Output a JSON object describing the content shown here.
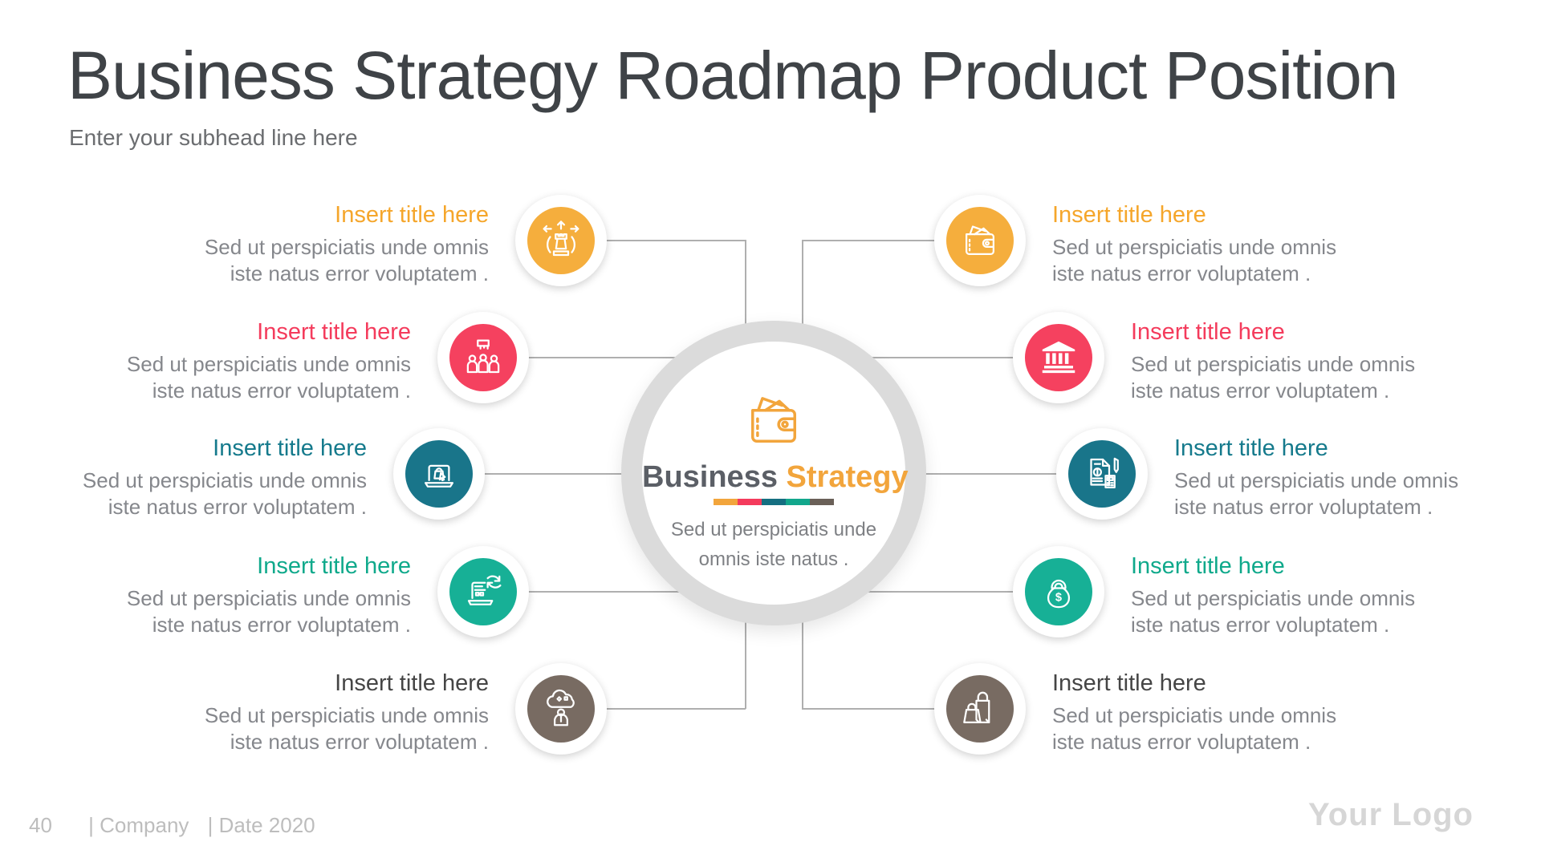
{
  "slide": {
    "title": "Business Strategy Roadmap Product Position",
    "subtitle": "Enter your subhead line here"
  },
  "center": {
    "title_primary": "Business",
    "title_accent": "Strategy",
    "accent_color": "#F2A53C",
    "primary_color": "#5B5F66",
    "description_line1": "Sed ut perspiciatis unde",
    "description_line2": "omnis iste natus .",
    "icon": "wallet-icon",
    "bar_colors": [
      "#F2A53C",
      "#F43B5C",
      "#156F81",
      "#12A78C",
      "#6A6058"
    ]
  },
  "items": {
    "left": [
      {
        "title": "Insert title here",
        "body": "Sed ut perspiciatis unde omnis iste natus error voluptatem .",
        "title_color": "#F5A62B",
        "circle_color": "#F5AE3D",
        "icon": "chess-strategy-icon"
      },
      {
        "title": "Insert title here",
        "body": "Sed ut perspiciatis unde omnis iste natus error voluptatem .",
        "title_color": "#F43B5C",
        "circle_color": "#F5415F",
        "icon": "team-icon"
      },
      {
        "title": "Insert title here",
        "body": "Sed ut perspiciatis unde omnis iste natus error voluptatem .",
        "title_color": "#157A8C",
        "circle_color": "#19758A",
        "icon": "ecommerce-laptop-icon"
      },
      {
        "title": "Insert title here",
        "body": "Sed ut perspiciatis unde omnis iste natus error voluptatem .",
        "title_color": "#0FA98B",
        "circle_color": "#17B096",
        "icon": "sync-laptop-icon"
      },
      {
        "title": "Insert title here",
        "body": "Sed ut perspiciatis unde omnis iste natus error voluptatem .",
        "title_color": "#454545",
        "circle_color": "#786B62",
        "icon": "idea-person-icon"
      }
    ],
    "right": [
      {
        "title": "Insert title here",
        "body": "Sed ut perspiciatis unde omnis iste natus error voluptatem .",
        "title_color": "#F5A62B",
        "circle_color": "#F5AE3D",
        "icon": "wallet-cash-icon"
      },
      {
        "title": "Insert title here",
        "body": "Sed ut perspiciatis unde omnis iste natus error voluptatem .",
        "title_color": "#F43B5C",
        "circle_color": "#F5415F",
        "icon": "bank-icon"
      },
      {
        "title": "Insert title here",
        "body": "Sed ut perspiciatis unde omnis iste natus error voluptatem .",
        "title_color": "#157A8C",
        "circle_color": "#19758A",
        "icon": "accounting-icon"
      },
      {
        "title": "Insert title here",
        "body": "Sed ut perspiciatis unde omnis iste natus error voluptatem .",
        "title_color": "#0FA98B",
        "circle_color": "#17B096",
        "icon": "money-weight-icon"
      },
      {
        "title": "Insert title here",
        "body": "Sed ut perspiciatis unde omnis iste natus error voluptatem .",
        "title_color": "#454545",
        "circle_color": "#786B62",
        "icon": "shopping-bags-icon"
      }
    ]
  },
  "footer": {
    "page_number": "40",
    "company": "| Company",
    "date": "| Date 2020",
    "logo": "Your Logo"
  }
}
